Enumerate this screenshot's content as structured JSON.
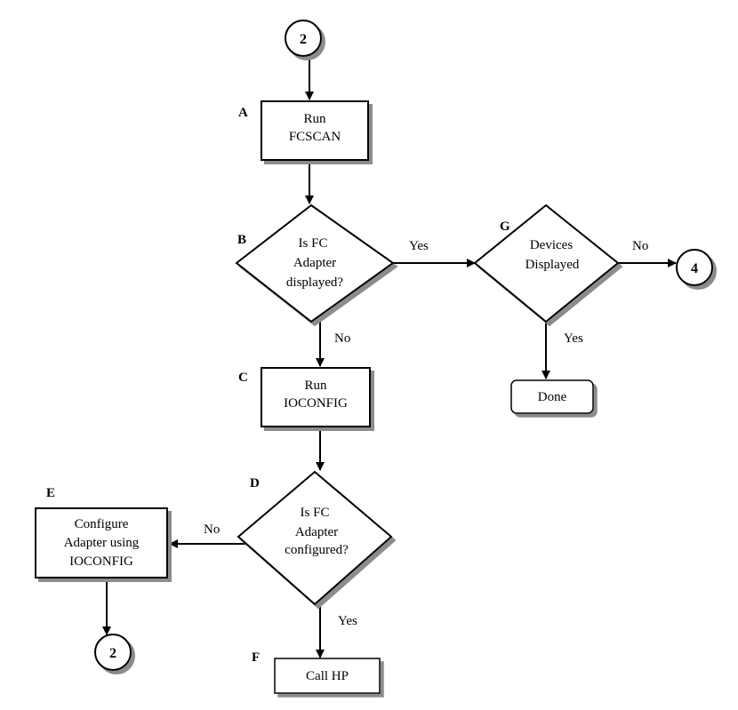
{
  "connectors": {
    "top": "2",
    "right": "4",
    "bottom_left": "2"
  },
  "labels": {
    "a": "A",
    "b": "B",
    "c": "C",
    "d": "D",
    "e": "E",
    "f": "F",
    "g": "G"
  },
  "nodes": {
    "a": {
      "line1": "Run",
      "line2": "FCSCAN"
    },
    "b": {
      "line1": "Is FC",
      "line2": "Adapter",
      "line3": "displayed?"
    },
    "c": {
      "line1": "Run",
      "line2": "IOCONFIG"
    },
    "d": {
      "line1": "Is FC",
      "line2": "Adapter",
      "line3": "configured?"
    },
    "e": {
      "line1": "Configure",
      "line2": "Adapter using",
      "line3": "IOCONFIG"
    },
    "f": {
      "line1": "Call HP"
    },
    "g": {
      "line1": "Devices",
      "line2": "Displayed"
    },
    "done": {
      "line1": "Done"
    }
  },
  "edges": {
    "b_yes": "Yes",
    "b_no": "No",
    "g_no": "No",
    "g_yes": "Yes",
    "d_no": "No",
    "d_yes": "Yes"
  }
}
